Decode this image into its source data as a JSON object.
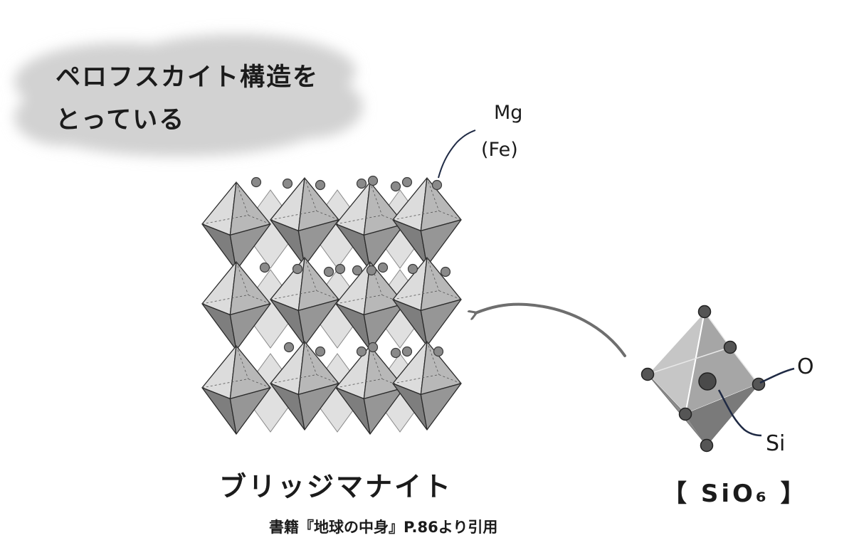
{
  "labels": {
    "cloud_line1": "ペロフスカイト構造を",
    "cloud_line2": "とっている",
    "cation_main": "Mg",
    "cation_alt": "(Fe)",
    "oxygen": "O",
    "silicon": "Si",
    "mineral_name": "ブリッジマナイト",
    "unit_formula": "【 SiO₆ 】",
    "source_note": "書籍『地球の中身』P.86より引用"
  },
  "colors": {
    "cloud": "#d2d2d2",
    "octahedron_light": "#dcdcdc",
    "octahedron_mid": "#b8b8b8",
    "octahedron_dark": "#7e7e7e",
    "edge": "#2a2a2a",
    "atom": "#8a8a8a",
    "leader_line": "#1f2a44",
    "arrow": "#6e6e6e"
  },
  "icons": {
    "arrow": "curved-arrow-left-icon",
    "unit": "sio6-octahedron-icon"
  }
}
